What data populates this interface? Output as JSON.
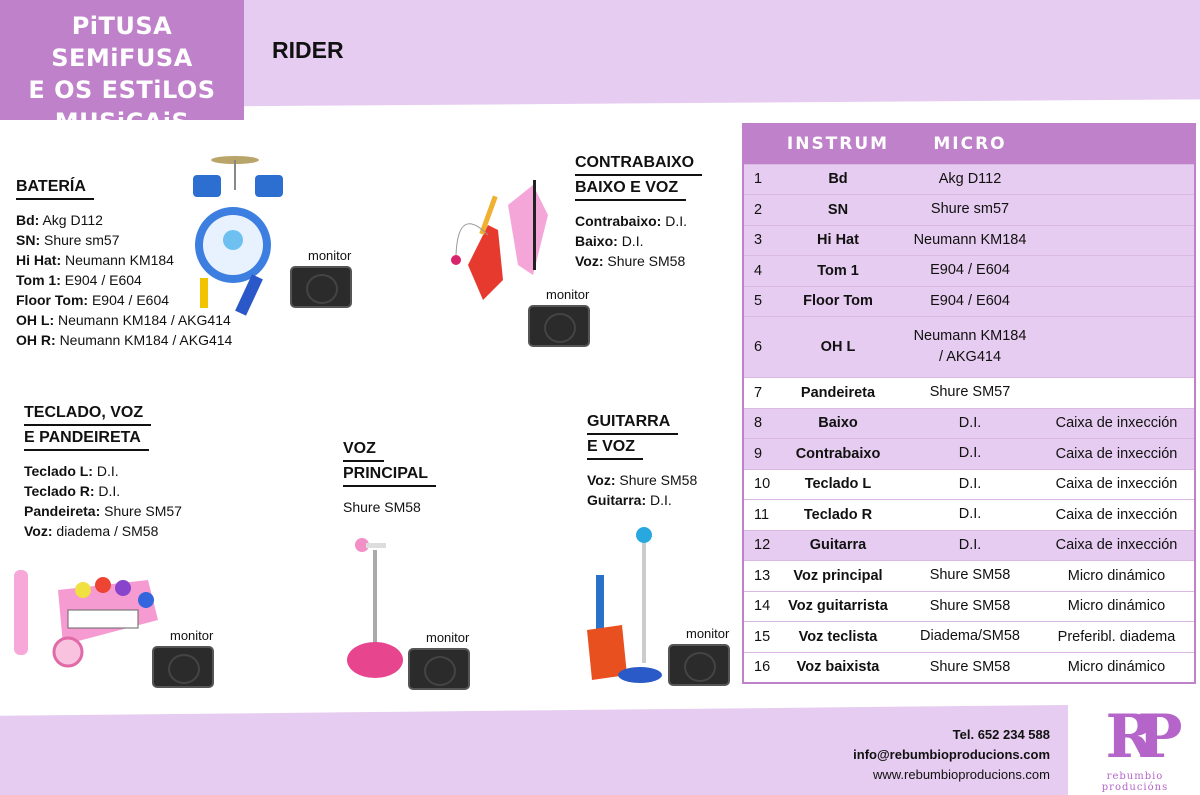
{
  "header": {
    "title_lines": [
      "PiTUSA SEMiFUSA",
      "E OS ESTiLOS",
      "MUSiCAiS"
    ],
    "subtitle": "RIDER"
  },
  "sections": {
    "bateria": {
      "heading": [
        "BATERÍA"
      ],
      "lines": [
        [
          "Bd:",
          "Akg D112"
        ],
        [
          "SN:",
          "Shure sm57"
        ],
        [
          "Hi Hat:",
          "Neumann KM184"
        ],
        [
          "Tom 1:",
          "E904 / E604"
        ],
        [
          "Floor Tom:",
          "E904 / E604"
        ],
        [
          "OH L:",
          "Neumann KM184 / AKG414"
        ],
        [
          "OH R:",
          "Neumann KM184 / AKG414"
        ]
      ]
    },
    "contrabaixo": {
      "heading": [
        "CONTRABAIXO",
        "BAIXO E VOZ"
      ],
      "lines": [
        [
          "Contrabaixo:",
          "D.I."
        ],
        [
          "Baixo:",
          "D.I."
        ],
        [
          "Voz:",
          "Shure SM58"
        ]
      ]
    },
    "teclado": {
      "heading": [
        "TECLADO, VOZ",
        "E PANDEIRETA"
      ],
      "lines": [
        [
          "Teclado L:",
          "D.I."
        ],
        [
          "Teclado R:",
          "D.I."
        ],
        [
          "Pandeireta:",
          "Shure SM57"
        ],
        [
          "Voz:",
          "diadema / SM58"
        ]
      ]
    },
    "voz": {
      "heading": [
        "VOZ",
        "PRINCIPAL"
      ],
      "lines": [
        [
          "",
          "Shure SM58"
        ]
      ]
    },
    "guitarra": {
      "heading": [
        "GUITARRA",
        "E VOZ"
      ],
      "lines": [
        [
          "Voz:",
          "Shure SM58"
        ],
        [
          "Guitarra:",
          "D.I."
        ]
      ]
    }
  },
  "monitor_label": "monitor",
  "table": {
    "headers": [
      "",
      "INSTRUM",
      "MICRO",
      ""
    ],
    "rows": [
      [
        "1",
        "Bd",
        "Akg D112",
        ""
      ],
      [
        "2",
        "SN",
        "Shure sm57",
        ""
      ],
      [
        "3",
        "Hi Hat",
        "Neumann KM184",
        ""
      ],
      [
        "4",
        "Tom 1",
        "E904 / E604",
        ""
      ],
      [
        "5",
        "Floor Tom",
        "E904 / E604",
        ""
      ],
      [
        "6",
        "OH L",
        "Neumann KM184 / AKG414",
        ""
      ],
      [
        "7",
        "Pandeireta",
        "Shure SM57",
        ""
      ],
      [
        "8",
        "Baixo",
        "D.I.",
        "Caixa de inxección"
      ],
      [
        "9",
        "Contrabaixo",
        "D.I.",
        "Caixa de inxección"
      ],
      [
        "10",
        "Teclado L",
        "D.I.",
        "Caixa de inxección"
      ],
      [
        "11",
        "Teclado R",
        "D.I.",
        "Caixa de inxección"
      ],
      [
        "12",
        "Guitarra",
        "D.I.",
        "Caixa de inxección"
      ],
      [
        "13",
        "Voz principal",
        "Shure SM58",
        "Micro dinámico"
      ],
      [
        "14",
        "Voz guitarrista",
        "Shure SM58",
        "Micro dinámico"
      ],
      [
        "15",
        "Voz teclista",
        "Diadema/SM58",
        "Preferibl. diadema"
      ],
      [
        "16",
        "Voz baixista",
        "Shure SM58",
        "Micro dinámico"
      ]
    ],
    "highlight_rows": [
      0,
      1,
      2,
      3,
      4,
      5,
      7,
      8,
      11
    ]
  },
  "footer": {
    "phone": "Tel. 652 234 588",
    "email": "info@rebumbioproducions.com",
    "web": "www.rebumbioproducions.com",
    "logo_text": "rebumbio producións",
    "logo_mark": "RP"
  },
  "colors": {
    "accent": "#bf82ca",
    "light": "#e6ccf0"
  }
}
